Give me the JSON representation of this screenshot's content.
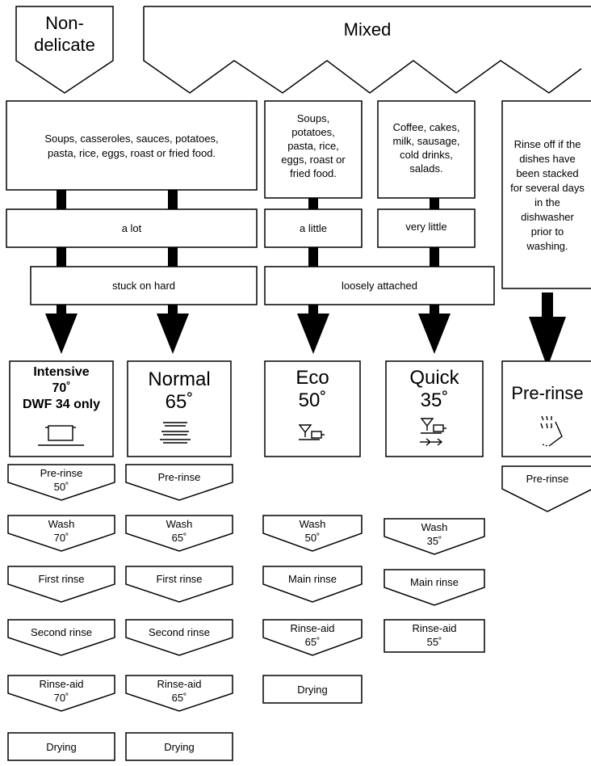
{
  "headers": {
    "non_delicate": [
      "Non-",
      "delicate"
    ],
    "mixed": "Mixed"
  },
  "food_types": {
    "heavy": [
      "Soups, casseroles, sauces, potatoes,",
      "pasta, rice, eggs, roast or fried food."
    ],
    "light": [
      "Soups,",
      "potatoes,",
      "pasta, rice,",
      "eggs, roast or",
      "fried food."
    ],
    "snack": [
      "Coffee, cakes,",
      "milk, sausage,",
      "cold drinks,",
      "salads."
    ],
    "rinse_note": [
      "Rinse off if the",
      "dishes have",
      "been stacked",
      "for several days",
      "in the",
      "dishwasher",
      "prior to",
      "washing."
    ]
  },
  "quantity": {
    "a_lot": "a lot",
    "a_little": "a little",
    "very_little": "very little"
  },
  "soiling": {
    "stuck_on_hard": "stuck on hard",
    "loosely_attached": "loosely attached"
  },
  "programs": [
    {
      "id": "intensive",
      "name": "Intensive",
      "temp": "70˚",
      "note": "DWF 34 only",
      "icon": "pot-icon"
    },
    {
      "id": "normal",
      "name": "Normal",
      "temp": "65˚",
      "icon": "plates-stack-icon"
    },
    {
      "id": "eco",
      "name": "Eco",
      "temp": "50˚",
      "icon": "glass-cup-icon"
    },
    {
      "id": "quick",
      "name": "Quick",
      "temp": "35˚",
      "icon": "glass-cup-quick-icon"
    },
    {
      "id": "prerinse",
      "name": "Pre-rinse",
      "icon": "spray-icon"
    }
  ],
  "steps": {
    "intensive": [
      [
        "Pre-rinse",
        "50˚"
      ],
      [
        "Wash",
        "70˚"
      ],
      [
        "First rinse"
      ],
      [
        "Second rinse"
      ],
      [
        "Rinse-aid",
        "70˚"
      ],
      [
        "Drying"
      ]
    ],
    "normal": [
      [
        "Pre-rinse"
      ],
      [
        "Wash",
        "65˚"
      ],
      [
        "First rinse"
      ],
      [
        "Second rinse"
      ],
      [
        "Rinse-aid",
        "65˚"
      ],
      [
        "Drying"
      ]
    ],
    "eco": [
      [
        "Wash",
        "50˚"
      ],
      [
        "Main rinse"
      ],
      [
        "Rinse-aid",
        "65˚"
      ],
      [
        "Drying"
      ]
    ],
    "quick": [
      [
        "Wash",
        "35˚"
      ],
      [
        "Main rinse"
      ],
      [
        "Rinse-aid",
        "55˚"
      ]
    ],
    "prerinse": [
      [
        "Pre-rinse"
      ]
    ]
  }
}
